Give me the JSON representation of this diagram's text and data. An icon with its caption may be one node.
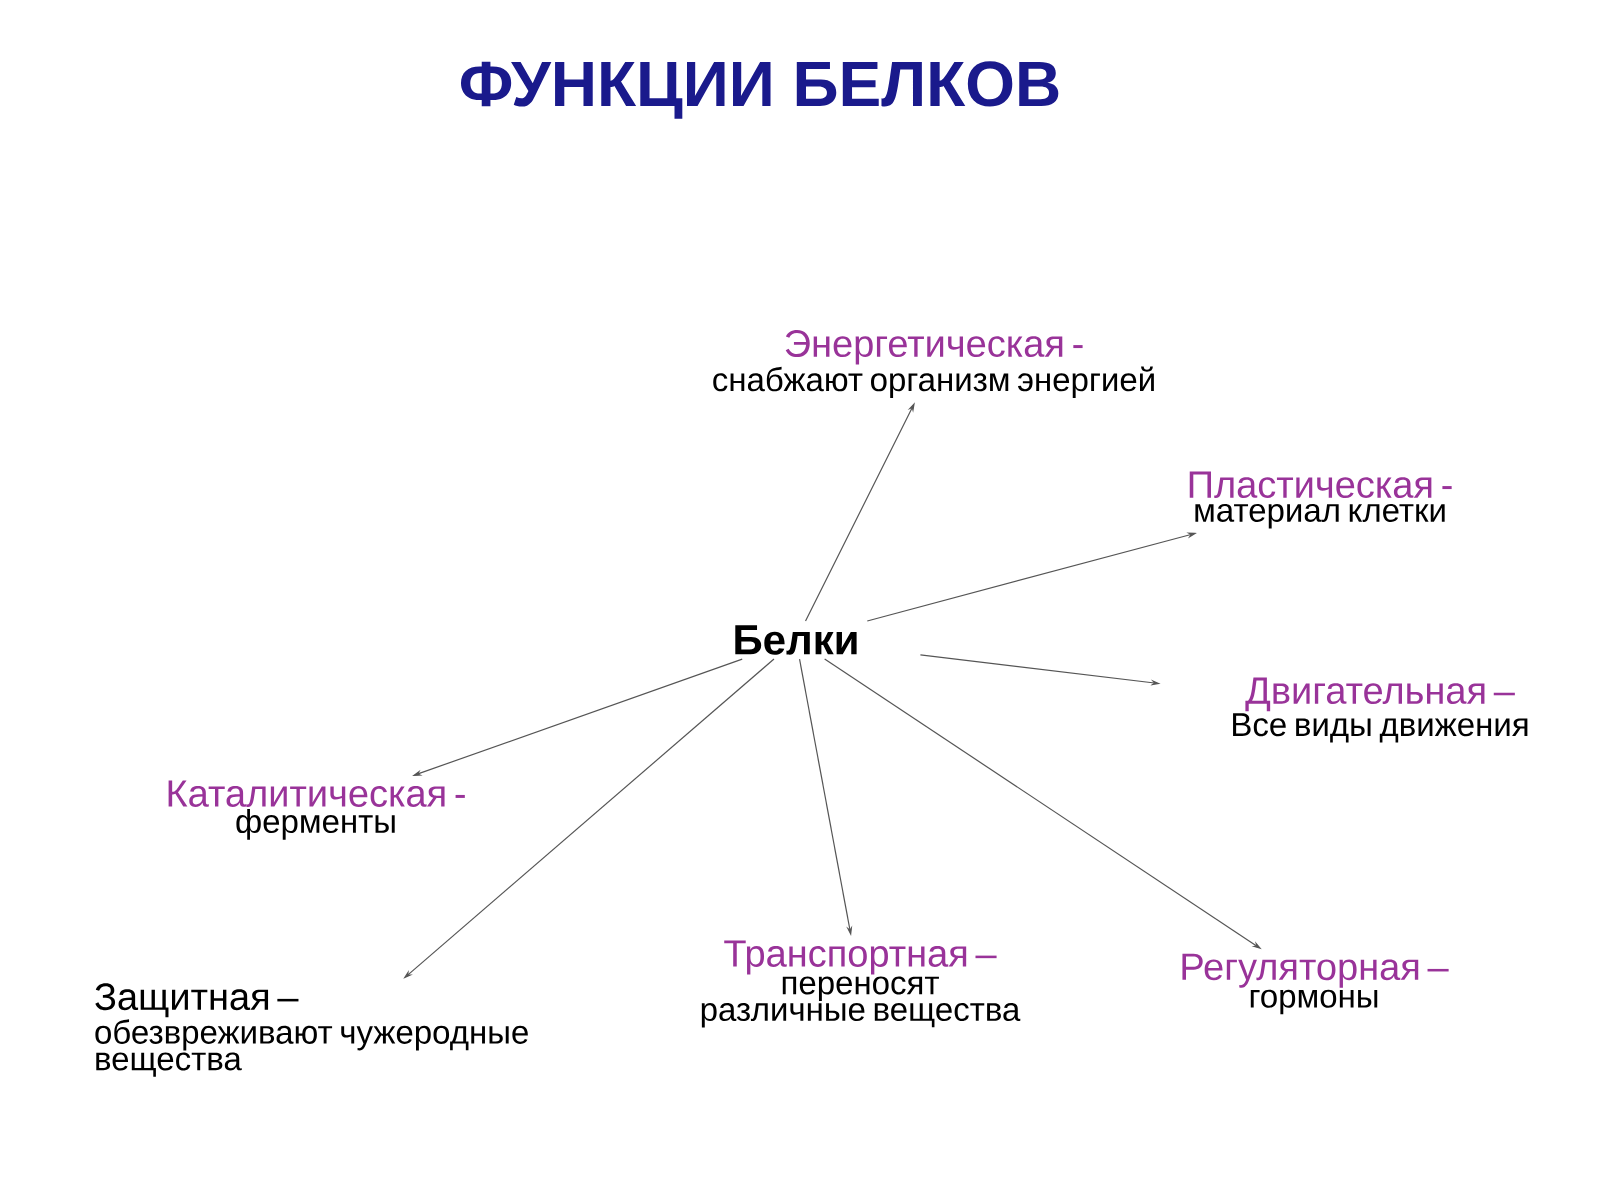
{
  "diagram": {
    "title": "ФУНКЦИИ БЕЛКОВ",
    "nodes": [
      {
        "text": [
          "Белки"
        ]
      },
      {
        "text": [
          "Энергетическая -",
          "снабжают организм энергией"
        ]
      },
      {
        "text": [
          "Пластическая -",
          "материал клетки"
        ]
      },
      {
        "text": [
          "Двигательная –",
          "Все виды движения"
        ]
      },
      {
        "text": [
          "Каталитическая -",
          "ферменты"
        ]
      },
      {
        "text": [
          "Защитная –",
          "обезвреживают чужеродные вещества"
        ]
      },
      {
        "text": [
          "Транспортная –",
          "переносят различные вещества"
        ]
      },
      {
        "text": [
          "Регуляторная –",
          "гормоны"
        ]
      }
    ],
    "edges": [
      {
        "from": 0,
        "to": 1,
        "arrow": "to"
      },
      {
        "from": 0,
        "to": 2,
        "arrow": "to"
      },
      {
        "from": 0,
        "to": 3,
        "arrow": "to"
      },
      {
        "from": 0,
        "to": 4,
        "arrow": "to"
      },
      {
        "from": 0,
        "to": 5,
        "arrow": "to"
      },
      {
        "from": 0,
        "to": 6,
        "arrow": "to"
      },
      {
        "from": 0,
        "to": 7,
        "arrow": "to"
      }
    ]
  }
}
